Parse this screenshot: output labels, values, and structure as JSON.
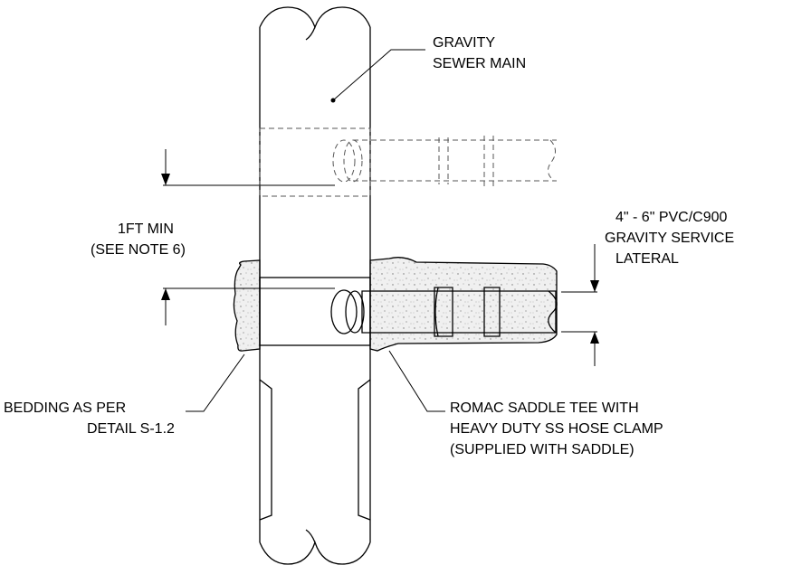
{
  "labels": {
    "main_1": "GRAVITY",
    "main_2": "SEWER MAIN",
    "lateral_1": "4\" - 6\" PVC/C900",
    "lateral_2": "GRAVITY SERVICE",
    "lateral_3": "LATERAL",
    "min_1": "1FT MIN",
    "min_2": "(SEE NOTE 6)",
    "bedding_1": "BEDDING AS PER",
    "bedding_2": "DETAIL S-1.2",
    "saddle_1": "ROMAC SADDLE TEE WITH",
    "saddle_2": "HEAVY DUTY SS HOSE CLAMP",
    "saddle_3": "(SUPPLIED WITH SADDLE)"
  }
}
